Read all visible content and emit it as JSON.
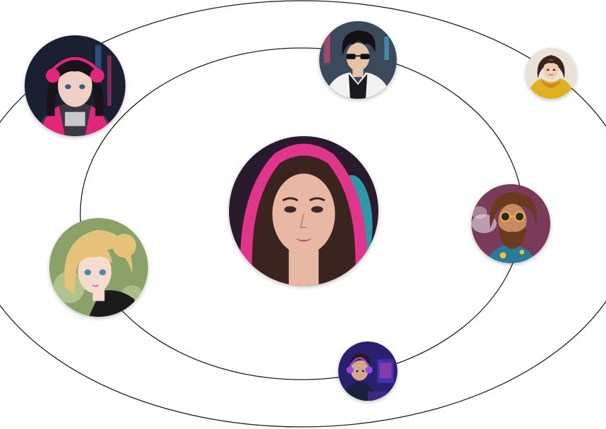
{
  "scene": {
    "orbit_color": "#1f1f1f",
    "avatars": [
      {
        "id": "center",
        "icon": "woman-pink-hood-portrait",
        "colors": {
          "bg": "#2a1a2e",
          "hair": "#3b2420",
          "skin": "#e8b8a4",
          "accent": "#e0358a",
          "accent2": "#2fd0d8"
        }
      },
      {
        "id": "top-left",
        "icon": "girl-headphones-neon-jacket",
        "colors": {
          "bg": "#1a2030",
          "hair": "#18141a",
          "skin": "#f0cfc4",
          "accent": "#e2267a",
          "accent2": "#3a3a44"
        }
      },
      {
        "id": "top-center",
        "icon": "boy-sunglasses-hoodie",
        "colors": {
          "bg": "#3a4a5a",
          "hair": "#121216",
          "skin": "#e6c3a8",
          "accent": "#f2f2f2",
          "accent2": "#1b1b1e"
        }
      },
      {
        "id": "top-right",
        "icon": "woman-yellow-dress",
        "colors": {
          "bg": "#e8e2d8",
          "hair": "#3a2418",
          "skin": "#f0cdb4",
          "accent": "#e0b020",
          "accent2": "#c88a20"
        }
      },
      {
        "id": "left",
        "icon": "blonde-anime-girl",
        "colors": {
          "bg": "#8aa26a",
          "hair": "#e6c27a",
          "skin": "#f6dccd",
          "accent": "#1a1a1a",
          "accent2": "#c8d8a0"
        }
      },
      {
        "id": "right",
        "icon": "bearded-man-sunglasses",
        "colors": {
          "bg": "#7a3a5a",
          "hair": "#6a3a1e",
          "skin": "#c98a62",
          "accent": "#2a7a9a",
          "accent2": "#f0c040"
        }
      },
      {
        "id": "bottom",
        "icon": "gamer-headphones",
        "colors": {
          "bg": "#2a2070",
          "hair": "#2a1a18",
          "skin": "#d8a88c",
          "accent": "#9a4ae0",
          "accent2": "#e04ab0"
        }
      }
    ]
  }
}
